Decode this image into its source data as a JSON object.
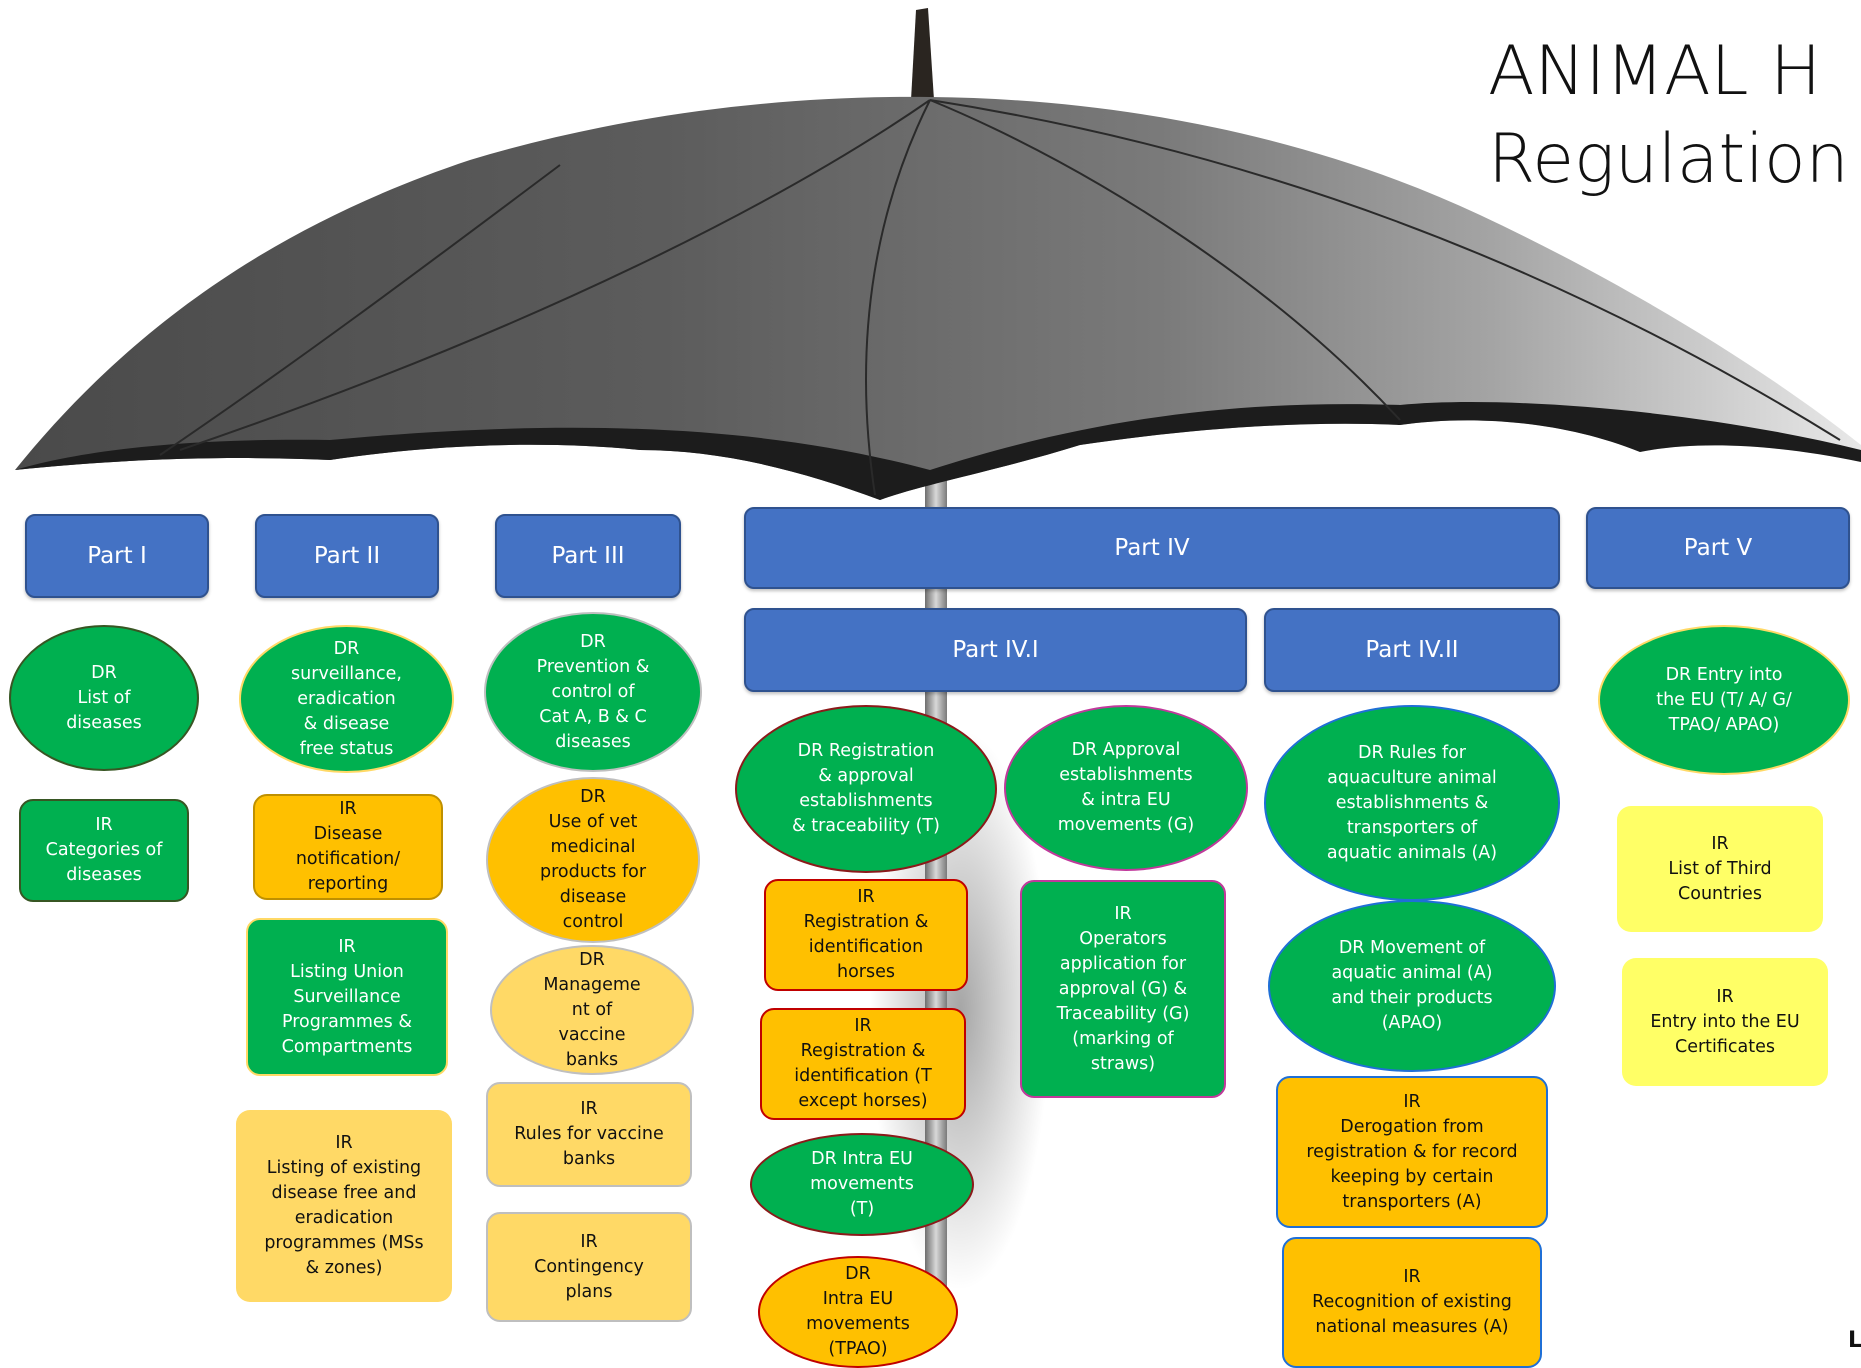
{
  "title": {
    "line1": "ANIMAL H",
    "line2": "Regulation (E"
  },
  "parts": {
    "part1": "Part I",
    "part2": "Part II",
    "part3": "Part III",
    "part4": "Part IV",
    "part4_1": "Part IV.I",
    "part4_2": "Part IV.II",
    "part5": "Part V"
  },
  "nodes": {
    "dr_list_diseases": "DR\nList of\ndiseases",
    "ir_categories": "IR\nCategories of\ndiseases",
    "dr_surveillance": "DR\nsurveillance,\neradication\n& disease\nfree status",
    "ir_notification": "IR\nDisease\nnotification/\nreporting",
    "ir_listing_union": "IR\nListing Union\nSurveillance\nProgrammes &\nCompartments",
    "ir_listing_existing": "IR\nListing of existing\ndisease free and\neradication\nprogrammes (MSs\n& zones)",
    "dr_prevention": "DR\nPrevention &\ncontrol of\nCat A, B & C\ndiseases",
    "dr_vet_medicinal": "DR\nUse of vet\nmedicinal\nproducts for\ndisease\ncontrol",
    "dr_vaccine_banks": "DR\nManageme\nnt of\nvaccine\nbanks",
    "ir_vaccine_rules": "IR\nRules for vaccine\nbanks",
    "ir_contingency": "IR\nContingency\nplans",
    "dr_registration": "DR Registration\n& approval\nestablishments\n& traceability (T)",
    "ir_reg_horses": "IR\nRegistration &\nidentification\nhorses",
    "ir_reg_except_horses": "IR\nRegistration &\nidentification (T\nexcept horses)",
    "dr_intra_eu_t": "DR Intra EU\nmovements\n(T)",
    "dr_intra_eu_tpao": "DR\nIntra EU\nmovements\n(TPAO)",
    "dr_approval_g": "DR Approval\nestablishments\n& intra EU\nmovements (G)",
    "ir_operators": "IR\nOperators\napplication for\napproval (G) &\nTraceability (G)\n(marking of\nstraws)",
    "dr_aquaculture": "DR Rules for\naquaculture animal\nestablishments &\ntransporters of\naquatic animals (A)",
    "dr_aquatic_movement": "DR Movement of\naquatic animal (A)\nand their products\n(APAO)",
    "ir_derogation": "IR\nDerogation from\nregistration & for record\nkeeping by certain\ntransporters (A)",
    "ir_recognition": "IR\nRecognition of existing\nnational measures (A)",
    "dr_entry_eu": "DR Entry into\nthe EU (T/ A/ G/\nTPAO/ APAO)",
    "ir_third_countries": "IR\nList of Third\nCountries",
    "ir_entry_certificates": "IR\nEntry into the EU\nCertificates"
  },
  "footer_mark": "L"
}
